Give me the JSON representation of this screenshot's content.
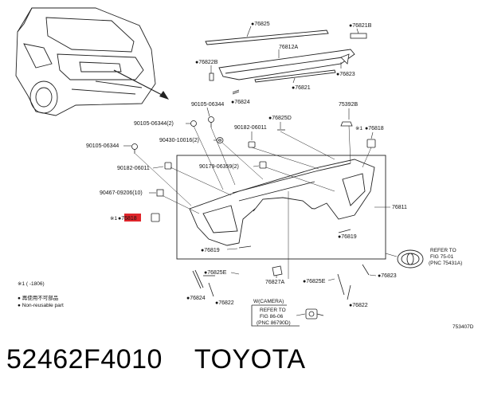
{
  "callouts": {
    "c76825": "●76825",
    "c76821B": "●76821B",
    "c76812A": "76812A",
    "c76822B": "●76822B",
    "c76823_top": "●76823",
    "c76821": "●76821",
    "c76824_top": "●76824",
    "c90105_06344_a": "90105-06344",
    "c76825D": "●76825D",
    "c75392B": "75392B",
    "c90105_06344_2": "90105-06344(2)",
    "c90182_06011_a": "90182-06011",
    "c76818_right": "●76818",
    "c90430_10016": "90430-10016(2)",
    "c90105_06344_b": "90105-06344",
    "c90179_06359": "90179-06359(2)",
    "c90182_06011_b": "90182-06011",
    "c90467_09206": "90467-09206(10)",
    "c76818_left": "●76818",
    "c76811": "76811",
    "c76819_right": "●76819",
    "c76819_left": "●76819",
    "c76825E_left": "●76825E",
    "c76827A": "76827A",
    "c76825E_right": "●76825E",
    "c76823_bottom": "●76823",
    "c76824_bottom": "●76824",
    "c76822_left": "●76822",
    "c76822_right": "●76822",
    "note_mark_right": "※1",
    "note_mark_left": "※1"
  },
  "refs": {
    "camera_label": "W(CAMERA)",
    "ref_86_line1": "REFER TO",
    "ref_86_line2": "FIG 86-06",
    "ref_86_line3": "(PNC 86790D)",
    "ref_75_line1": "REFER TO",
    "ref_75_line2": "FIG 75-01",
    "ref_75_line3": "(PNC 75431A)"
  },
  "legend": {
    "line1": "※1 (      -1806)",
    "line2": "● 再使用不可部品",
    "line3": "● Non-reusable part"
  },
  "diagram_code": "753407D",
  "footer": {
    "part_number": "52462F4010",
    "brand": "TOYOTA"
  },
  "colors": {
    "highlight_red": "#e0252b",
    "line": "#222222"
  }
}
